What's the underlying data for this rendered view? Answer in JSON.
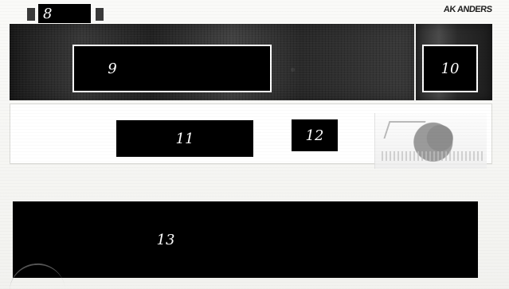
{
  "labels": {
    "l8": "8",
    "l9": "9",
    "l10": "10",
    "l11": "11",
    "l12": "12",
    "l13": "13"
  },
  "corner_logo": {
    "text": "AK ANDERS"
  }
}
